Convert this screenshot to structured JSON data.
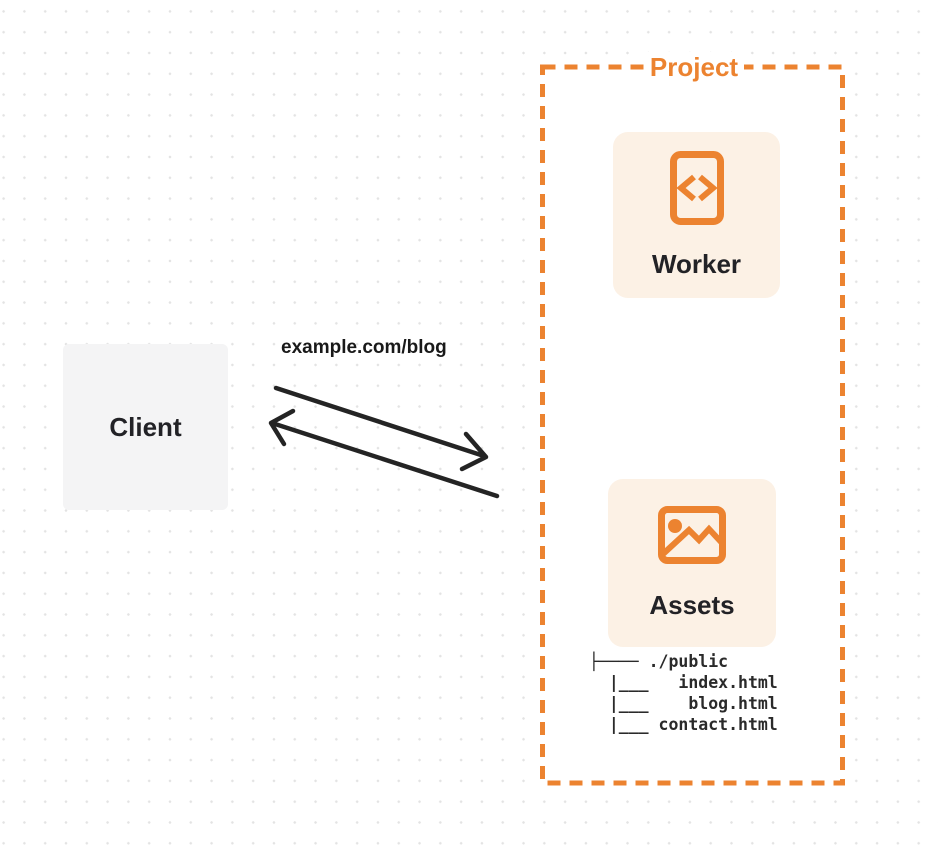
{
  "colors": {
    "accent": "#EC8330",
    "card_bg": "#FCF1E5",
    "client_bg": "#F4F4F5",
    "arrow": "#242424",
    "text_dark": "#222226",
    "dot": "#E3E3E3"
  },
  "client": {
    "label": "Client"
  },
  "request": {
    "url_label": "example.com/blog"
  },
  "project": {
    "title": "Project",
    "worker": {
      "label": "Worker",
      "icon": "code-file-icon"
    },
    "assets": {
      "label": "Assets",
      "icon": "image-icon",
      "file_tree": "├──── ./public\n  |___   index.html\n  |___    blog.html\n  |___ contact.html"
    }
  }
}
